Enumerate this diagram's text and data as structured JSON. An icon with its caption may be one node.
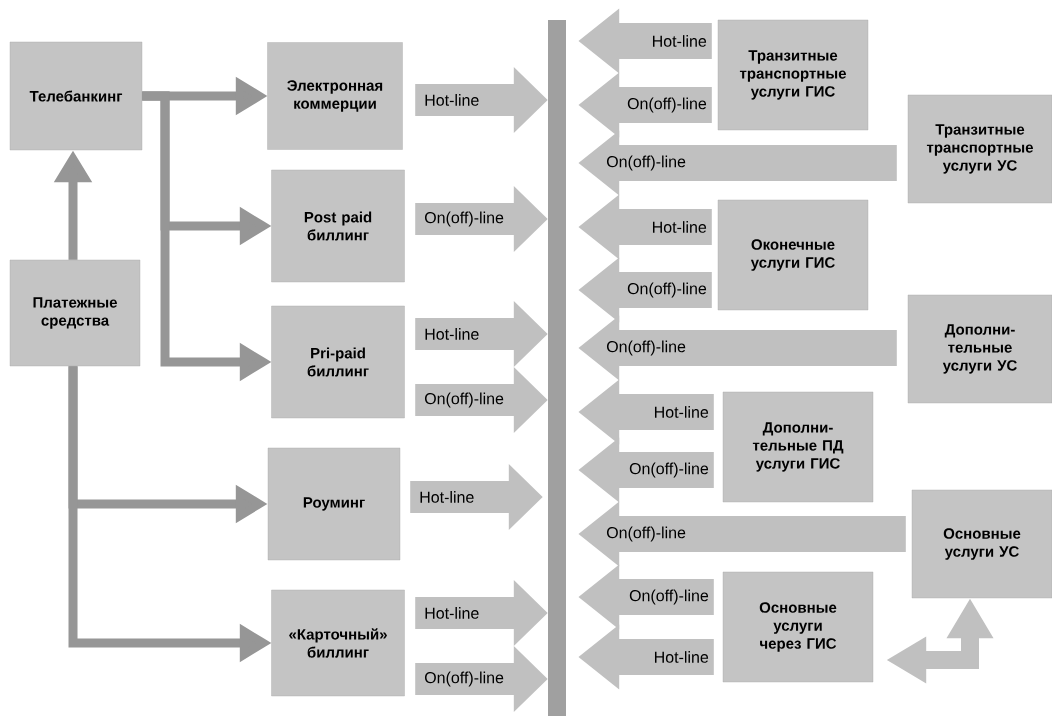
{
  "diagram": {
    "nodes": [
      {
        "text": [
          "Телебанкинг"
        ]
      },
      {
        "text": [
          "Платежные средства"
        ]
      },
      {
        "text": [
          "Электронная коммерции"
        ]
      },
      {
        "text": [
          "Post paid биллинг"
        ]
      },
      {
        "text": [
          "Pri-paid биллинг"
        ]
      },
      {
        "text": [
          "Роуминг"
        ]
      },
      {
        "text": [
          "«Карточный» биллинг"
        ]
      },
      {
        "text": [],
        "shape": "bar"
      },
      {
        "text": [
          "Транзитные транспортные услуги ГИС"
        ]
      },
      {
        "text": [
          "Транзитные транспортные услуги УС"
        ]
      },
      {
        "text": [
          "Оконечные услуги ГИС"
        ]
      },
      {
        "text": [
          "Дополни-тельные услуги УС"
        ]
      },
      {
        "text": [
          "Дополни-тельные ПД услуги ГИС"
        ]
      },
      {
        "text": [
          "Основные услуги УС"
        ]
      },
      {
        "text": [
          "Основные услуги через ГИС"
        ]
      }
    ],
    "edges": [
      {
        "from": 1,
        "to": 0,
        "arrow": "to",
        "color": "#969696"
      },
      {
        "from": 0,
        "to": 2,
        "arrow": "to",
        "color": "#969696"
      },
      {
        "from": 0,
        "to": 3,
        "arrow": "to",
        "color": "#969696"
      },
      {
        "from": 0,
        "to": 4,
        "arrow": "to",
        "color": "#969696"
      },
      {
        "from": 1,
        "to": 5,
        "arrow": "to",
        "color": "#969696"
      },
      {
        "from": 1,
        "to": 6,
        "arrow": "to",
        "color": "#969696"
      },
      {
        "from": 2,
        "to": 7,
        "arrow": "to",
        "label": "Hot-line"
      },
      {
        "from": 3,
        "to": 7,
        "arrow": "to",
        "label": "On(off)-line"
      },
      {
        "from": 4,
        "to": 7,
        "arrow": "to",
        "label": "Hot-line"
      },
      {
        "from": 4,
        "to": 7,
        "arrow": "to",
        "label": "On(off)-line"
      },
      {
        "from": 5,
        "to": 7,
        "arrow": "to",
        "label": "Hot-line"
      },
      {
        "from": 6,
        "to": 7,
        "arrow": "to",
        "label": "Hot-line"
      },
      {
        "from": 6,
        "to": 7,
        "arrow": "to",
        "label": "On(off)-line"
      },
      {
        "from": 8,
        "to": 7,
        "arrow": "to",
        "label": "Hot-line"
      },
      {
        "from": 8,
        "to": 7,
        "arrow": "to",
        "label": "On(off)-line"
      },
      {
        "from": 9,
        "to": 7,
        "arrow": "to",
        "label": "On(off)-line"
      },
      {
        "from": 10,
        "to": 7,
        "arrow": "to",
        "label": "Hot-line"
      },
      {
        "from": 10,
        "to": 7,
        "arrow": "to",
        "label": "On(off)-line"
      },
      {
        "from": 11,
        "to": 7,
        "arrow": "to",
        "label": "On(off)-line"
      },
      {
        "from": 12,
        "to": 7,
        "arrow": "to",
        "label": "Hot-line"
      },
      {
        "from": 12,
        "to": 7,
        "arrow": "to",
        "label": "On(off)-line"
      },
      {
        "from": 13,
        "to": 7,
        "arrow": "to",
        "label": "On(off)-line"
      },
      {
        "from": 14,
        "to": 7,
        "arrow": "to",
        "label": "On(off)-line"
      },
      {
        "from": 14,
        "to": 7,
        "arrow": "to",
        "label": "Hot-line"
      },
      {
        "from": 14,
        "to": 13,
        "arrow": "both"
      }
    ]
  }
}
